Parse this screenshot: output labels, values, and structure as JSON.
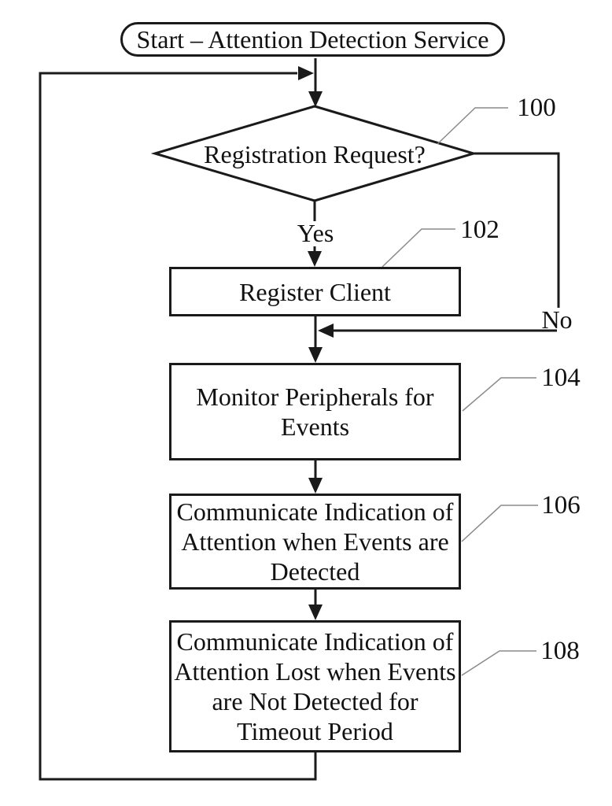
{
  "figure": {
    "start": {
      "label": "Start – Attention Detection Service"
    },
    "decision": {
      "label": "Registration Request?",
      "ref": "100"
    },
    "branches": {
      "yes": "Yes",
      "no": "No"
    },
    "steps": [
      {
        "ref": "102",
        "label": "Register Client"
      },
      {
        "ref": "104",
        "label": "Monitor Peripherals for\nEvents"
      },
      {
        "ref": "106",
        "label": "Communicate Indication of\nAttention when Events are\nDetected"
      },
      {
        "ref": "108",
        "label": "Communicate Indication of\nAttention Lost when Events\nare Not Detected for\nTimeout Period"
      }
    ],
    "colors": {
      "background": "#ffffff",
      "line": "#1a1a1a",
      "leader": "#8a8a8a",
      "text": "#111111"
    }
  }
}
